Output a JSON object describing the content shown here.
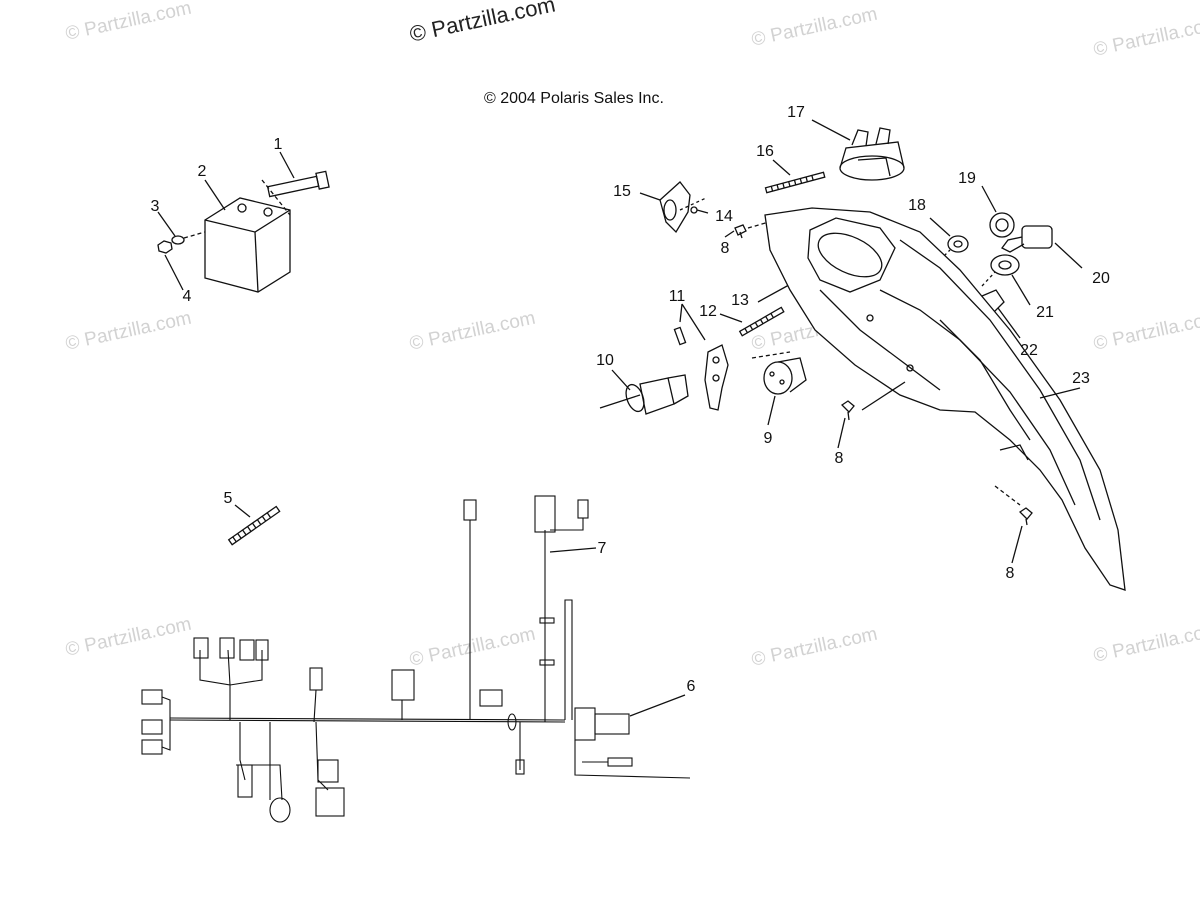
{
  "watermark_main": "© Partzilla.com",
  "watermark": "© Partzilla.com",
  "copyright": "© 2004 Polaris Sales Inc.",
  "callouts": {
    "c1": "1",
    "c2": "2",
    "c3": "3",
    "c4": "4",
    "c5": "5",
    "c6": "6",
    "c7": "7",
    "c8a": "8",
    "c8b": "8",
    "c8c": "8",
    "c9": "9",
    "c10": "10",
    "c11": "11",
    "c12": "12",
    "c13": "13",
    "c14": "14",
    "c15": "15",
    "c16": "16",
    "c17": "17",
    "c18": "18",
    "c19": "19",
    "c20": "20",
    "c21": "21",
    "c22": "22",
    "c23": "23"
  }
}
